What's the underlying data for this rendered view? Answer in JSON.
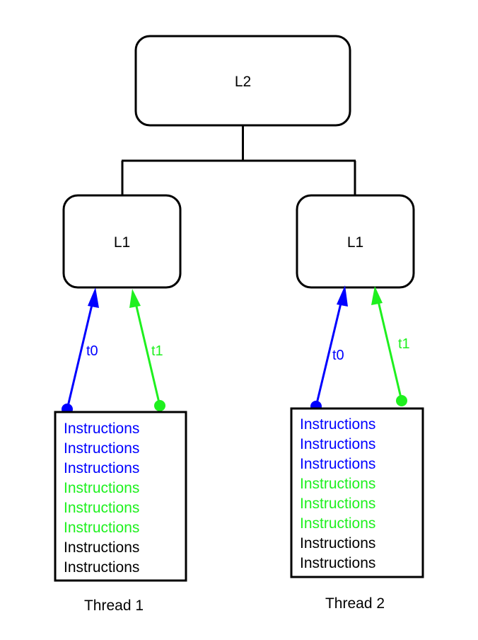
{
  "nodes": {
    "l2": {
      "label": "L2"
    },
    "l1_left": {
      "label": "L1"
    },
    "l1_right": {
      "label": "L1"
    }
  },
  "threads": [
    {
      "caption": "Thread 1",
      "instructions": [
        {
          "text": "Instructions",
          "group": "t0"
        },
        {
          "text": "Instructions",
          "group": "t0"
        },
        {
          "text": "Instructions",
          "group": "t0"
        },
        {
          "text": "Instructions",
          "group": "t1"
        },
        {
          "text": "Instructions",
          "group": "t1"
        },
        {
          "text": "Instructions",
          "group": "t1"
        },
        {
          "text": "Instructions",
          "group": "none"
        },
        {
          "text": "Instructions",
          "group": "none"
        }
      ],
      "t0_label": "t0",
      "t1_label": "t1"
    },
    {
      "caption": "Thread 2",
      "instructions": [
        {
          "text": "Instructions",
          "group": "t0"
        },
        {
          "text": "Instructions",
          "group": "t0"
        },
        {
          "text": "Instructions",
          "group": "t0"
        },
        {
          "text": "Instructions",
          "group": "t1"
        },
        {
          "text": "Instructions",
          "group": "t1"
        },
        {
          "text": "Instructions",
          "group": "t1"
        },
        {
          "text": "Instructions",
          "group": "none"
        },
        {
          "text": "Instructions",
          "group": "none"
        }
      ],
      "t0_label": "t0",
      "t1_label": "t1"
    }
  ],
  "colors": {
    "t0": "#0000ff",
    "t1": "#1ef01e",
    "none": "#000000",
    "stroke": "#000000"
  }
}
